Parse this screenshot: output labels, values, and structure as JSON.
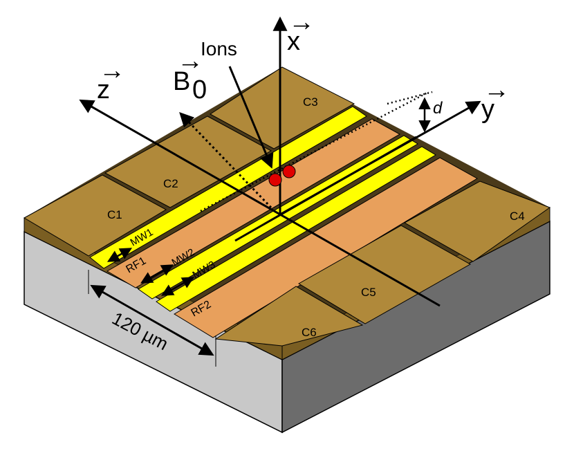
{
  "labels": {
    "ions": "Ions",
    "x_axis": "x",
    "y_axis": "y",
    "z_axis": "z",
    "b_field": "B",
    "b_sub": "0",
    "height": "d",
    "width_scale": "120 µm",
    "arrow_mark": "→"
  },
  "electrodes": {
    "c1": "C1",
    "c2": "C2",
    "c3": "C3",
    "c4": "C4",
    "c5": "C5",
    "c6": "C6",
    "rf1": "RF1",
    "rf2": "RF2",
    "mw1": "MW1",
    "mw2": "MW2",
    "mw3": "MW3"
  },
  "colors": {
    "dc_top": "#b0893a",
    "dc_side": "#7a5e22",
    "rf_top": "#e8a05c",
    "mw_top": "#ffff00",
    "substrate_left": "#c8c8c8",
    "substrate_right": "#6c6c6c",
    "ion": "#e00000"
  }
}
